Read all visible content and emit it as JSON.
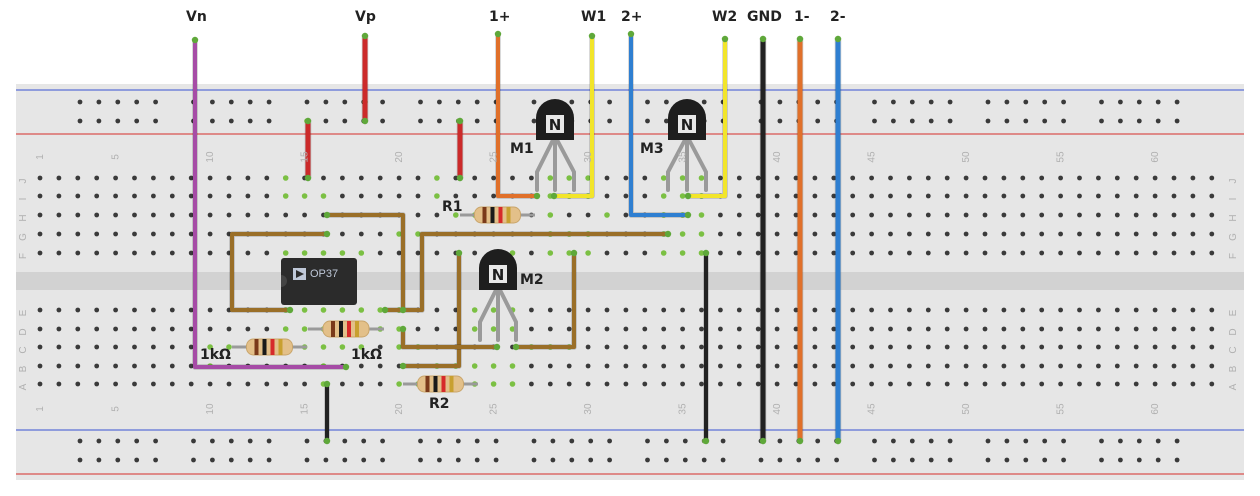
{
  "probe_labels": {
    "vn": "Vn",
    "vp": "Vp",
    "p1": "1+",
    "w1": "W1",
    "p2": "2+",
    "w2": "W2",
    "gnd": "GND",
    "n1": "1-",
    "n2": "2-"
  },
  "components": {
    "m1": "M1",
    "m2": "M2",
    "m3": "M3",
    "r1": "R1",
    "r2": "R2",
    "res_left": "1kΩ",
    "res_right": "1kΩ",
    "chip": "OP37",
    "transistor_mark": "N"
  },
  "board": {
    "rows_top": [
      "J",
      "I",
      "H",
      "G",
      "F"
    ],
    "rows_bottom": [
      "E",
      "D",
      "C",
      "B",
      "A"
    ],
    "column_numbers": [
      "1",
      "5",
      "10",
      "15",
      "20",
      "25",
      "30",
      "35",
      "40",
      "45",
      "50",
      "55",
      "60"
    ]
  },
  "colors": {
    "board": "#e6e6e6",
    "hole": "#3a3a3a",
    "connected_hole": "#7bc043",
    "rail_red": "#d9534f",
    "rail_blue": "#5b6fd6",
    "wire_purple": "#a64ca6",
    "wire_red": "#cc2a2a",
    "wire_orange": "#e0702a",
    "wire_yellow": "#f2e52a",
    "wire_blue": "#2f7fd1",
    "wire_black": "#222222",
    "wire_brown": "#9a6f28"
  }
}
